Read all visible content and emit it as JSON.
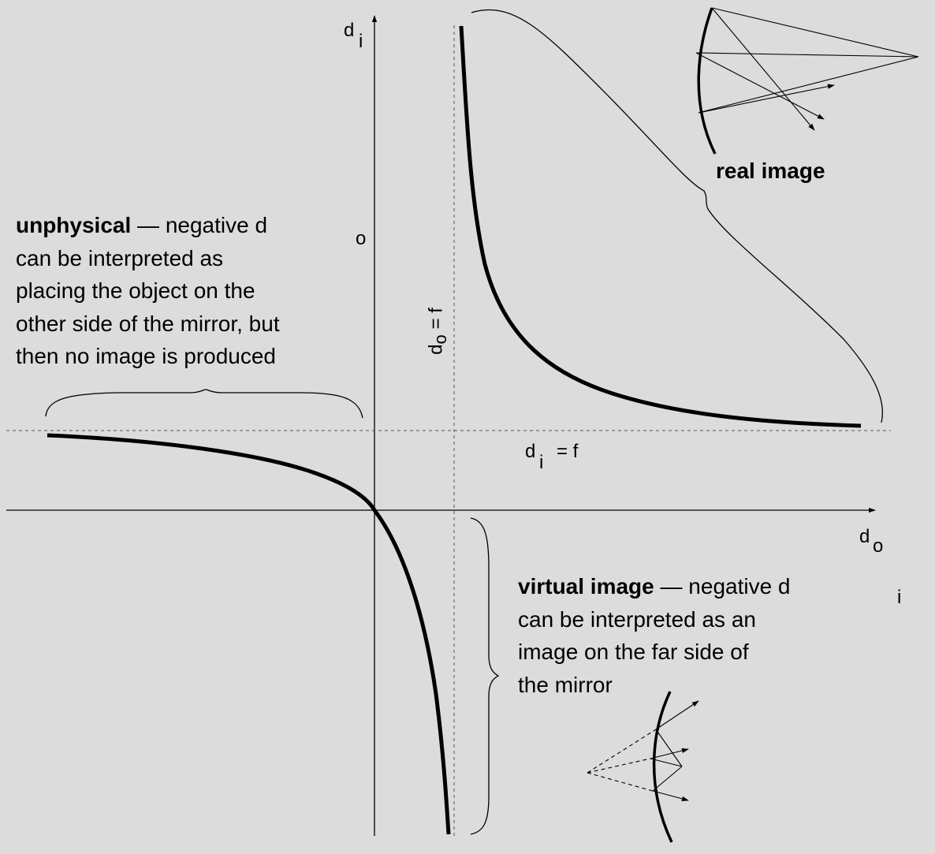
{
  "axes": {
    "di_main": "d",
    "di_sub": "i",
    "do_main": "d",
    "do_sub": "o"
  },
  "asymptotes": {
    "vertical_main": "d",
    "vertical_sub": "o",
    "vertical_rest": "= f",
    "horizontal_main": "d",
    "horizontal_sub": "i",
    "horizontal_rest": "= f"
  },
  "regions": {
    "real_title": "real image",
    "unphysical_title": "unphysical",
    "unphysical_line1_rest": " — negative d",
    "unphysical_sub": "o",
    "unphysical_lines": [
      "can be interpreted as",
      "placing the object on the",
      "other side of the mirror, but",
      "then no image is produced"
    ],
    "virtual_title": "virtual image",
    "virtual_line1_rest": " — negative d",
    "virtual_sub": "i",
    "virtual_lines": [
      "can be interpreted as an",
      "image on the far side of",
      "the mirror"
    ]
  }
}
